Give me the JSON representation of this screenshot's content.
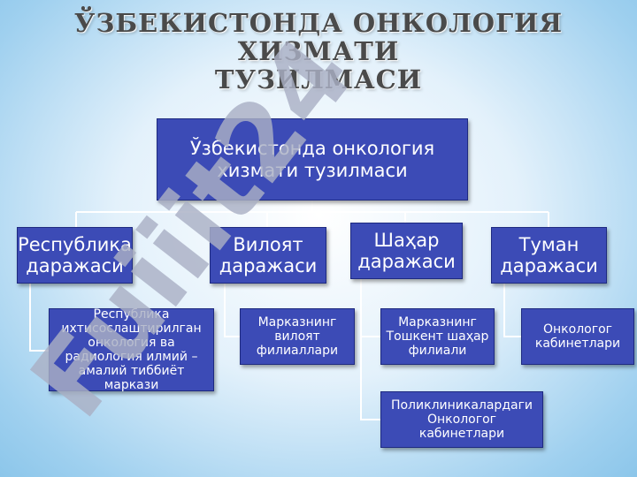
{
  "title": {
    "line1": "ЎЗБЕКИСТОНДА ОНКОЛОГИЯ ХИЗМАТИ",
    "line2": "ТУЗИЛМАСИ"
  },
  "root": "Ўзбекистонда онкология хизмати тузилмаси",
  "levels": [
    {
      "label": "Республика даражаси",
      "children": [
        "Республика ихтисослаштирилган онкология ва радиология илмий – амалий тиббиёт маркази"
      ]
    },
    {
      "label": "Вилоят даражаси",
      "children": [
        "Марказнинг вилоят филиаллари"
      ]
    },
    {
      "label": "Шаҳар даражаси",
      "children": [
        "Марказнинг Тошкент шаҳар филиали",
        "Поликлиникалардаги Онкологог кабинетлари"
      ]
    },
    {
      "label": "Туман даражаси",
      "children": [
        "Онкологог кабинетлари"
      ]
    }
  ],
  "watermark": "Fuiiit24",
  "colors": {
    "box": "#3c4bb6",
    "box_border": "#1e2a80",
    "connector": "#ffffff",
    "watermark": "#aab0c4"
  }
}
